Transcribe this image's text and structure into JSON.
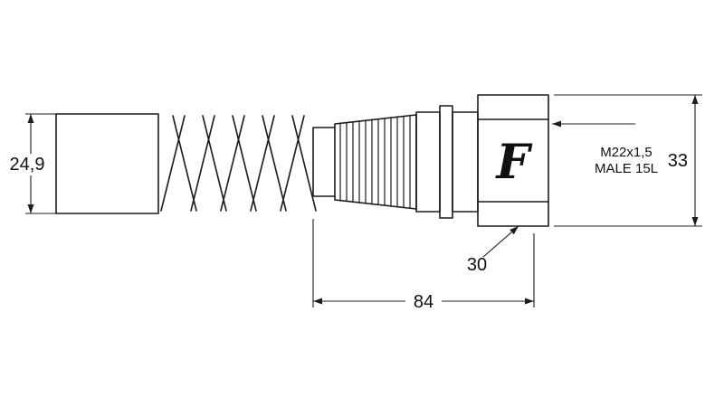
{
  "drawing": {
    "line_color": "#1c1c1c",
    "labels": {
      "height_block": "24,9",
      "height_hex": "33",
      "length": "84",
      "hex_flats": "30",
      "thread_spec": "M22x1,5",
      "thread_type": "MALE 15L",
      "brand_logo": "F"
    }
  }
}
